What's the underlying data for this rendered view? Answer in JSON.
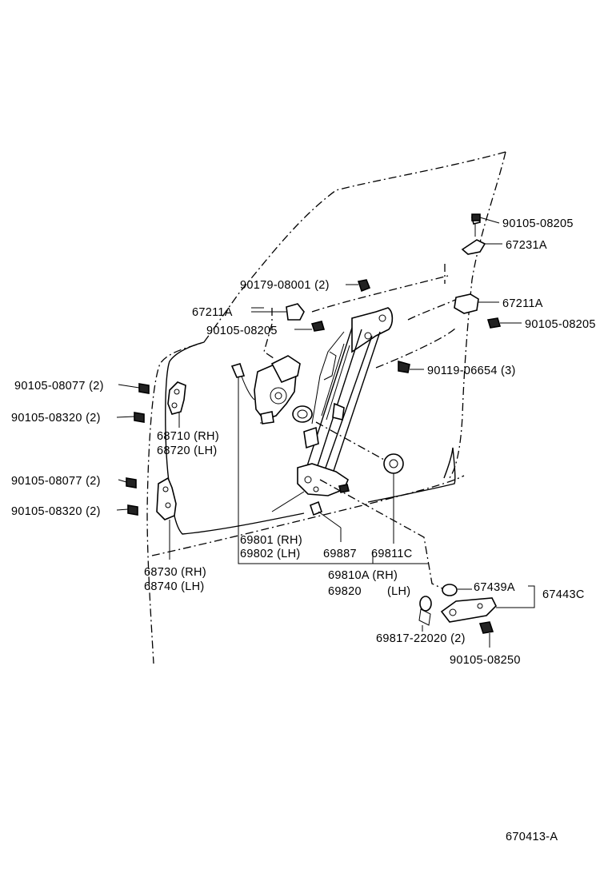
{
  "labels": {
    "p_90105_08205_top": "90105-08205",
    "p_67231A": "67231A",
    "p_90179_08001": "90179-08001 (2)",
    "p_67211A_left": "67211A",
    "p_67211A_right": "67211A",
    "p_90105_08205_left": "90105-08205",
    "p_90105_08205_right": "90105-08205",
    "p_90119_06654": "90119-06654 (3)",
    "p_90105_08077_upper": "90105-08077 (2)",
    "p_90105_08320_upper": "90105-08320 (2)",
    "p_68710": "68710 (RH)",
    "p_68720": "68720 (LH)",
    "p_90105_08077_lower": "90105-08077 (2)",
    "p_90105_08320_lower": "90105-08320 (2)",
    "p_68730": "68730 (RH)",
    "p_68740": "68740 (LH)",
    "p_69801": "69801 (RH)",
    "p_69802": "69802 (LH)",
    "p_69887": "69887",
    "p_69811C": "69811C",
    "p_69810A": "69810A (RH)",
    "p_69820": "69820",
    "p_69820_lh": "(LH)",
    "p_67439A": "67439A",
    "p_67443C": "67443C",
    "p_69817": "69817-22020 (2)",
    "p_90105_08250": "90105-08250",
    "figure_id": "670413-A"
  }
}
